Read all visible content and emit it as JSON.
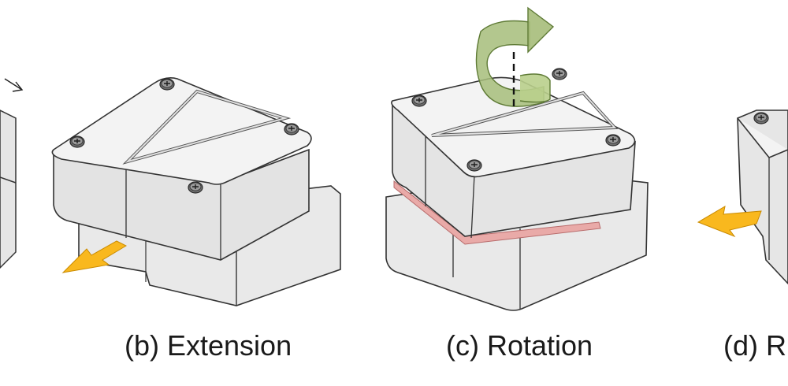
{
  "captions": {
    "b": "(b) Extension",
    "c": "(c) Rotation",
    "d": "(d) R"
  },
  "colors": {
    "block_fill": "#e8e8e8",
    "block_top": "#f2f2f2",
    "block_edge": "#3a3a3a",
    "joint_gap": "#e9aaa8",
    "arrow_yellow": "#f9b81e",
    "rotation_arrow": "#a6bd7a"
  },
  "icons": {
    "screw": "phillips-screw-icon",
    "extension_arrow": "yellow-arrow-icon",
    "rotation_arrow": "curved-rotation-arrow-icon"
  }
}
